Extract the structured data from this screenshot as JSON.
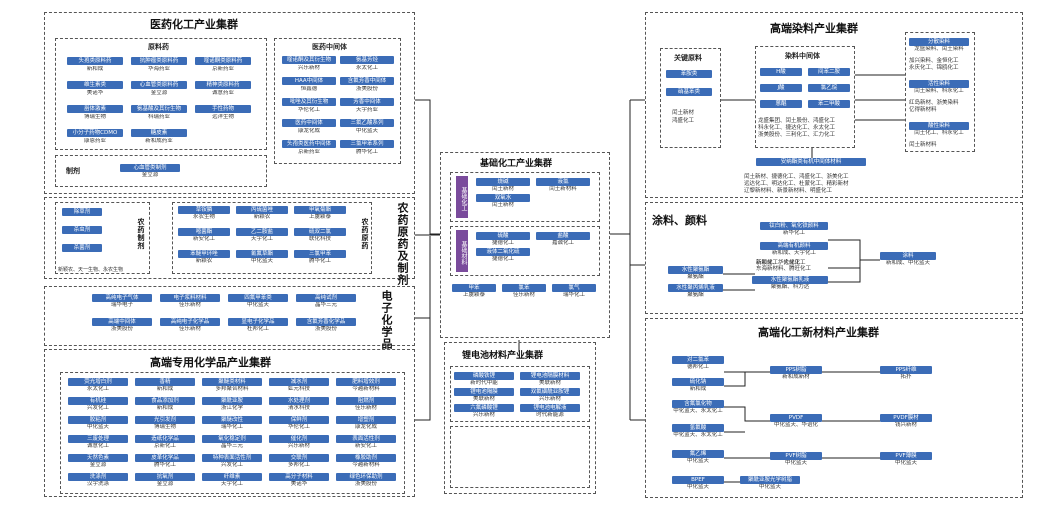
{
  "clusters": {
    "pharma": {
      "title": "医药化工产业集群",
      "raw": "原料药",
      "inter": "医药中间体",
      "prep": "制剂"
    },
    "agro": {
      "title": "农药原药及制剂",
      "prep": "农药制剂",
      "raw": "农药原药"
    },
    "elec": {
      "title": "电子化学品"
    },
    "special": {
      "title": "高端专用化学品产业集群"
    },
    "basic": {
      "title": "基础化工产业集群",
      "left_top": "基础化工",
      "left_bottom": "基础材料"
    },
    "battery": {
      "title": "锂电池材料产业集群"
    },
    "dye": {
      "title": "高端染料产业集群",
      "key": "关键原料",
      "inter": "染料中间体"
    },
    "coat": {
      "title": "涂料、颜料"
    },
    "newmat": {
      "title": "高端化工新材料产业集群"
    }
  },
  "pharma_raw_cells": [
    {
      "b": "头孢类原料药",
      "t": ""
    },
    {
      "b": "抗肿瘤类原料药",
      "t": ""
    },
    {
      "b": "喹诺酮类原料药",
      "t": ""
    },
    {
      "b": "",
      "t": "新和成"
    },
    {
      "b": "",
      "t": "华海药业"
    },
    {
      "b": "",
      "t": "京新药业"
    },
    {
      "b": "维生素类",
      "t": ""
    },
    {
      "b": "心血管类原料药",
      "t": ""
    },
    {
      "b": "精神类原料药",
      "t": ""
    },
    {
      "b": "",
      "t": "美诺华"
    },
    {
      "b": "",
      "t": "金立源"
    },
    {
      "b": "",
      "t": "诚意药业"
    },
    {
      "b": "甾体激素",
      "t": ""
    },
    {
      "b": "氨基酸及其衍生物",
      "t": ""
    },
    {
      "b": "手性药物",
      "t": ""
    },
    {
      "b": "",
      "t": "博瑞生物"
    },
    {
      "b": "",
      "t": "科瑞药业"
    },
    {
      "b": "",
      "t": "远洋生物"
    },
    {
      "b": "小分子药物CDMO",
      "t": ""
    },
    {
      "b": "糖皮素",
      "t": ""
    },
    {
      "b": "",
      "t": ""
    },
    {
      "b": "",
      "t": "康恩药业"
    },
    {
      "b": "",
      "t": "新和成药业"
    },
    {
      "b": "",
      "t": ""
    }
  ],
  "pharma_inter_cells": [
    {
      "b": "喹诺酮及其衍生物",
      "t": ""
    },
    {
      "b": "氨基芳烃",
      "t": ""
    },
    {
      "b": "",
      "t": "兴乐新材"
    },
    {
      "b": "",
      "t": "永太化工"
    },
    {
      "b": "HAA中间体",
      "t": ""
    },
    {
      "b": "含氟芳香中间体",
      "t": ""
    },
    {
      "b": "",
      "t": "恒鑫德"
    },
    {
      "b": "",
      "t": "浙美股份"
    },
    {
      "b": "吡唑及其衍生物",
      "t": ""
    },
    {
      "b": "芳香中间体",
      "t": ""
    },
    {
      "b": "",
      "t": "华伦化工"
    },
    {
      "b": "",
      "t": "天宇药业"
    },
    {
      "b": "医药中间体",
      "t": ""
    },
    {
      "b": "三氟乙酸系列",
      "t": ""
    },
    {
      "b": "",
      "t": "康龙化成"
    },
    {
      "b": "",
      "t": "中化蓝天"
    },
    {
      "b": "头孢类医药中间体",
      "t": ""
    },
    {
      "b": "三氯甲苯系列",
      "t": ""
    },
    {
      "b": "",
      "t": "京新药业"
    },
    {
      "b": "",
      "t": "腾华化工"
    }
  ],
  "pharma_prep_cells": [
    {
      "b": "心血管类制剂",
      "t": "金立源"
    }
  ],
  "agro_prep_cells": [
    {
      "b": "除草剂",
      "t": ""
    },
    {
      "b": "杀虫剂",
      "t": ""
    },
    {
      "b": "杀菌剂",
      "t": ""
    }
  ],
  "agro_prep_txt": "新颖农、天一生物、永农生物",
  "agro_raw_cells": [
    {
      "b": "草铵膦",
      "t": "永农生物"
    },
    {
      "b": "丙硫菌唑",
      "t": "新颖农"
    },
    {
      "b": "甲氧菊酯",
      "t": "上虞颖泰"
    },
    {
      "b": "嘧菌酯",
      "t": "新安化工"
    },
    {
      "b": "乙二胺盐",
      "t": "天宇化工"
    },
    {
      "b": "硫双二氯",
      "t": "联化科技"
    },
    {
      "b": "苯醚甲环唑",
      "t": "新颖农"
    },
    {
      "b": "氰氟草酯",
      "t": "中化蓝天"
    },
    {
      "b": "三氯甲苯",
      "t": "腾华化工"
    }
  ],
  "elec_cells": [
    {
      "b": "高纯电子气体",
      "t": "瑞华电子"
    },
    {
      "b": "电子浆料材料",
      "t": "佳乐新材"
    },
    {
      "b": "四氟甲苯类",
      "t": "中化蓝天"
    },
    {
      "b": "高纯试剂",
      "t": "晶华三元"
    },
    {
      "b": "高端中间体",
      "t": "浙美股份"
    },
    {
      "b": "高纯电子化学品",
      "t": "佳乐新材"
    },
    {
      "b": "显电子化学品",
      "t": "杜邦化工"
    },
    {
      "b": "含氟芳香化学品",
      "t": "浙美股份"
    }
  ],
  "special_cells": [
    {
      "b": "荧光增白剂",
      "t": "永太化工"
    },
    {
      "b": "香精",
      "t": "新和成"
    },
    {
      "b": "聚醚类材料",
      "t": "多邦聚合材料"
    },
    {
      "b": "减水剂",
      "t": "虹元科技"
    },
    {
      "b": "肥料增效剂",
      "t": "今越新材料"
    },
    {
      "b": "有机硅",
      "t": "兴发化工"
    },
    {
      "b": "食品添加剂",
      "t": "新和成"
    },
    {
      "b": "聚酰亚胺",
      "t": "浙江化学"
    },
    {
      "b": "水处理剂",
      "t": "清水科技"
    },
    {
      "b": "阻燃剂",
      "t": "佳乐新材"
    },
    {
      "b": "胶粘剂",
      "t": "中化蓝天"
    },
    {
      "b": "光引发剂",
      "t": "博瑞生物"
    },
    {
      "b": "聚醚改性",
      "t": "瑞华化工"
    },
    {
      "b": "保鲜剂",
      "t": "华伦化工"
    },
    {
      "b": "增塑剂",
      "t": "康龙化成"
    },
    {
      "b": "三废处理",
      "t": "诚意化工"
    },
    {
      "b": "造纸化学品",
      "t": "京新化工"
    },
    {
      "b": "氧化稳定剂",
      "t": "晶华三元"
    },
    {
      "b": "催化剂",
      "t": "兴乐新材"
    },
    {
      "b": "表面活性剂",
      "t": "新安化工"
    },
    {
      "b": "天然色素",
      "t": "金立源"
    },
    {
      "b": "皮革化学品",
      "t": "腾华化工"
    },
    {
      "b": "特种表面活性剂",
      "t": "兴发化工"
    },
    {
      "b": "交联剂",
      "t": "多邦化工"
    },
    {
      "b": "橡胶助剂",
      "t": "今越新材料"
    },
    {
      "b": "洗涤剂",
      "t": "汉宇洗涤"
    },
    {
      "b": "抗氧剂",
      "t": "金立源"
    },
    {
      "b": "纤维素",
      "t": "天宇化工"
    },
    {
      "b": "高分子材料",
      "t": "美诺华"
    },
    {
      "b": "绿色环保助剂",
      "t": "浙美股份"
    }
  ],
  "basic_top_cells": [
    {
      "b": "烧碱",
      "t": "闰土新材"
    },
    {
      "b": "液氯",
      "t": "闰土新材料"
    },
    {
      "b": "双氧水",
      "t": "闰土新材"
    }
  ],
  "basic_mid_cells": [
    {
      "b": "硫酸",
      "t": "捷德化工"
    },
    {
      "b": "盐酸",
      "t": "嘉诚化工"
    },
    {
      "b": "液体二氧化硫",
      "t": "捷德化工"
    }
  ],
  "basic_bot_cells": [
    {
      "b": "甲苯",
      "t": "上虞颖泰"
    },
    {
      "b": "氯苯",
      "t": "佳乐新材"
    },
    {
      "b": "氯气",
      "t": "瑞华化工"
    }
  ],
  "battery_cells": [
    {
      "b": "磷酸铁锂",
      "t": "新时代中能"
    },
    {
      "b": "锂电池隔膜材料",
      "t": "美联新材"
    },
    {
      "b": "锂电池隔膜",
      "t": "美联新材"
    },
    {
      "b": "双氟磺酰亚胺锂",
      "t": "兴乐新材"
    },
    {
      "b": "六氟磷酸锂",
      "t": "兴乐新材"
    },
    {
      "b": "锂电池电解液",
      "t": "时代新能源"
    }
  ],
  "dye_key_cells": [
    {
      "b": "苯胺类",
      "t": ""
    },
    {
      "b": "硝基苯类",
      "t": ""
    }
  ],
  "dye_key_txt": "闰土新材",
  "dye_key_txt2": "鸿盛化工",
  "dye_inter_cells": [
    {
      "b": "H酸",
      "t": ""
    },
    {
      "b": "间苯二胺",
      "t": ""
    },
    {
      "b": "J酸",
      "t": ""
    },
    {
      "b": "氯乙烷",
      "t": ""
    },
    {
      "b": "蒽醌",
      "t": ""
    },
    {
      "b": "苯二甲酸",
      "t": ""
    }
  ],
  "dye_inter_txt": [
    "龙盛集团、闰土股份、鸿盛化工",
    "科永化工、捷达化工、永太化工",
    "浙美股份、三利化工、汇力化工"
  ],
  "dye_right_cells": [
    {
      "b": "分散染料",
      "t": "龙盛染料、闰土染料"
    },
    {
      "b": "活性染料",
      "t": "闰土染料、科永化工"
    },
    {
      "b": "酸性染料",
      "t": "闰土化工、科永化工"
    }
  ],
  "dye_right_txt": [
    "加兴染料、金恒化工",
    "永庆化工、锦鸥化工",
    "红岛新材、浙美染料",
    "亿得新材料",
    "闰土新材料"
  ],
  "dye_bottom_cell": {
    "b": "安纳酯类有机中间体材料",
    "t": ""
  },
  "dye_bottom_txt": [
    "闰土新材、捷德化工、鸿盛化工、浙美化工",
    "远达化工、明达化工、杜蒙化工、精彩新材",
    "辽黎新材料、新景新材料、明盛化工"
  ],
  "coat_cells": [
    {
      "b": "钛白粉、氧化铁颜料",
      "t": "新华化工"
    },
    {
      "b": "高端有机颜料",
      "t": "新和成、天宇化工"
    },
    {
      "b": "涂料",
      "t": "新和成、中化蓝天"
    },
    {
      "b": "水性聚氨酯",
      "t": "聚氨酯"
    },
    {
      "b": "水性聚丙烯乳液",
      "t": "聚氨酯"
    },
    {
      "b": "水性聚氨酯乳液",
      "t": "聚氨酯、科力达"
    }
  ],
  "coat_txt": [
    "新颖化工、大成化工",
    "东海新材料、腾旺化工",
    "新和成、华伦化工"
  ],
  "newmat_cells": [
    {
      "b": "对二氯苯",
      "t": "德邦化工"
    },
    {
      "b": "PPS树脂",
      "t": "新和成新材"
    },
    {
      "b": "PPS纤维",
      "t": "拓扑"
    },
    {
      "b": "硫化钠",
      "t": "新和成"
    },
    {
      "b": "含氟氯化物",
      "t": "中化蓝天、永太化工"
    },
    {
      "b": "PVDF",
      "t": "中化蓝天、华谊化"
    },
    {
      "b": "PVDF膜材",
      "t": "钱兴新材"
    },
    {
      "b": "氢氟酸",
      "t": "中化蓝天、永太化工"
    },
    {
      "b": "氟乙烯",
      "t": "中化蓝天"
    },
    {
      "b": "PVF树脂",
      "t": "中化蓝天"
    },
    {
      "b": "PVF薄膜",
      "t": "中化蓝天"
    },
    {
      "b": "BPEF",
      "t": "中化蓝天"
    },
    {
      "b": "聚酰亚胺光学树脂",
      "t": "中化蓝天"
    }
  ]
}
